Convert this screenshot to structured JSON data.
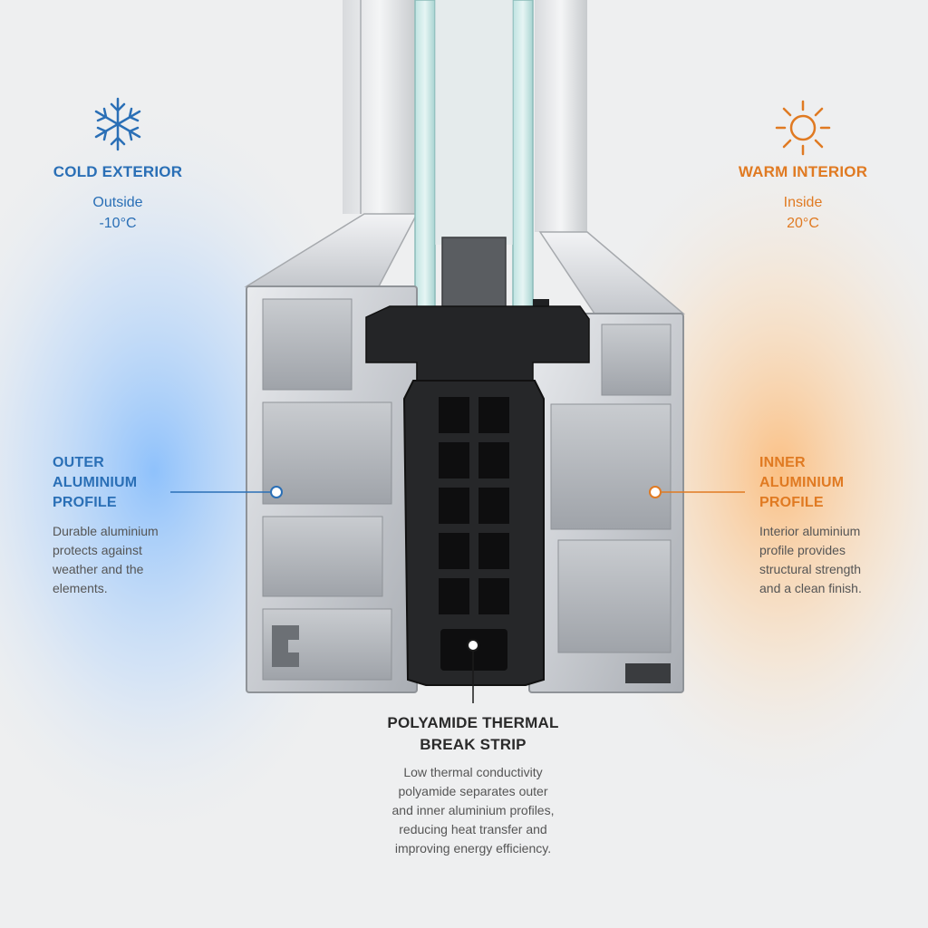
{
  "cold_side": {
    "title": "COLD EXTERIOR",
    "location": "Outside",
    "temperature": "-10°C",
    "icon": "snowflake-icon",
    "color": "#2a6fb6"
  },
  "warm_side": {
    "title": "WARM INTERIOR",
    "location": "Inside",
    "temperature": "20°C",
    "icon": "sun-icon",
    "color": "#e07a22"
  },
  "callouts": {
    "outer": {
      "title_lines": [
        "OUTER",
        "ALUMINIUM",
        "PROFILE"
      ],
      "desc_lines": [
        "Durable aluminium",
        "protects against",
        "weather and the",
        "elements."
      ]
    },
    "inner": {
      "title_lines": [
        "INNER",
        "ALUMINIUM",
        "PROFILE"
      ],
      "desc_lines": [
        "Interior aluminium",
        "profile provides",
        "structural strength",
        "and a clean finish."
      ]
    },
    "thermal_break": {
      "title_lines": [
        "POLYAMIDE THERMAL",
        "BREAK STRIP"
      ],
      "desc_lines": [
        "Low thermal conductivity",
        "polyamide separates outer",
        "and inner aluminium profiles,",
        "reducing heat transfer and",
        "improving energy efficiency."
      ]
    }
  }
}
